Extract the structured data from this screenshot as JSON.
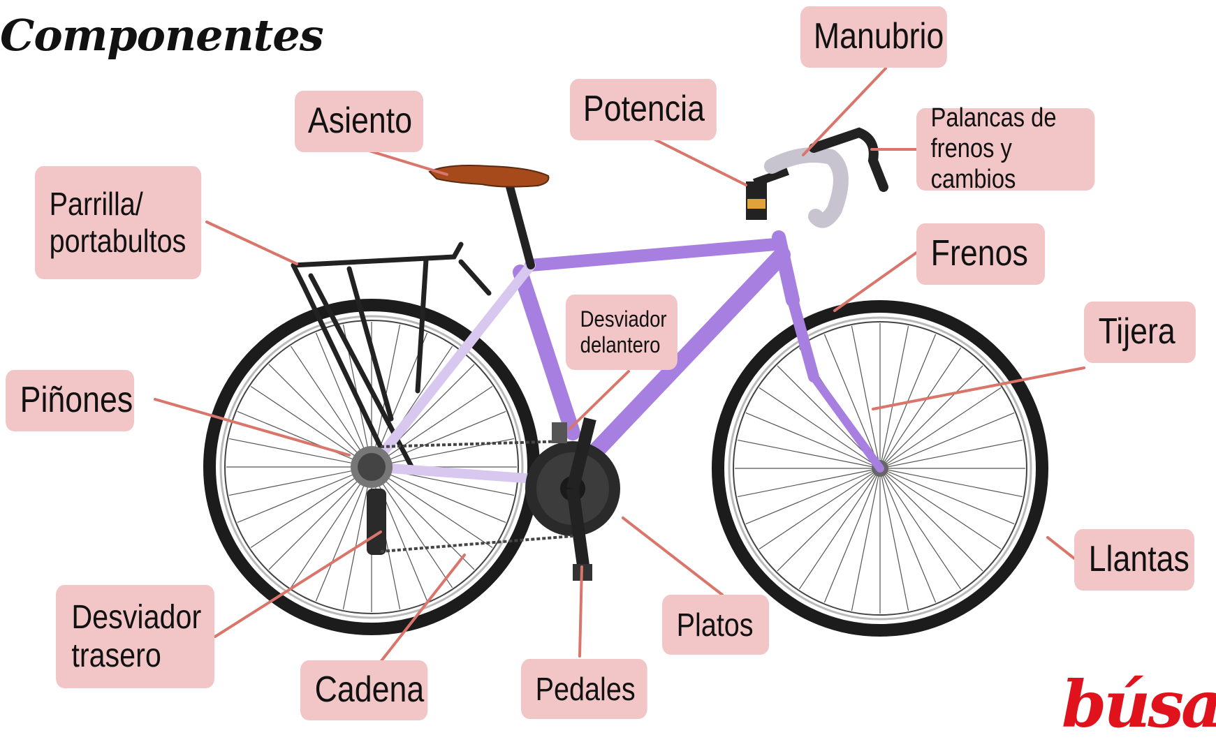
{
  "title": "Componentes",
  "brand": "búsa",
  "colors": {
    "label_bg": "#f2c6c6",
    "leader_line": "#d9756a",
    "frame": "#a77fe0",
    "frame_light": "#d8c8f0",
    "brand_red": "#e0131d",
    "saddle": "#a64a1c"
  },
  "labels": {
    "manubrio": "Manubrio",
    "potencia": "Potencia",
    "asiento": "Asiento",
    "palancas_1": "Palancas de",
    "palancas_2": "frenos y cambios",
    "parrilla_1": "Parrilla/",
    "parrilla_2": "portabultos",
    "frenos": "Frenos",
    "tijera": "Tijera",
    "desviador_del_1": "Desviador",
    "desviador_del_2": "delantero",
    "pinones": "Piñones",
    "llantas": "Llantas",
    "desviador_tras_1": "Desviador",
    "desviador_tras_2": "trasero",
    "platos": "Platos",
    "cadena": "Cadena",
    "pedales": "Pedales"
  }
}
